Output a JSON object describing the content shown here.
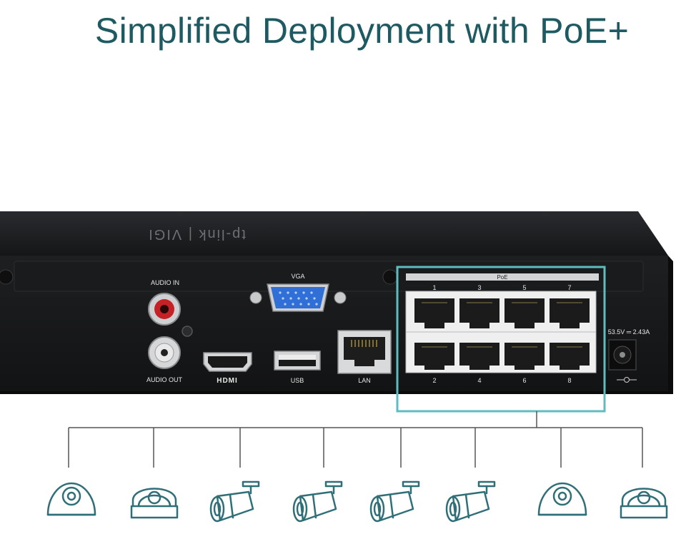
{
  "headline": "Simplified Deployment with PoE+",
  "colors": {
    "accent": "#1e5a61",
    "highlight_box": "#5fbcc0",
    "device_body": "#1b1c1e",
    "camera_outline": "#2f6f78",
    "wire": "#555555"
  },
  "device": {
    "brand_text": "tp-link | VIGI",
    "ports": {
      "audio_in": "AUDIO IN",
      "audio_out": "AUDIO OUT",
      "vga": "VGA",
      "hdmi": "HDMI",
      "usb": "USB",
      "lan": "LAN",
      "poe_group": "PoE",
      "power_rating": "53.5V ═ 2.43A",
      "top_row": [
        "1",
        "3",
        "5",
        "7"
      ],
      "bottom_row": [
        "2",
        "4",
        "6",
        "8"
      ]
    }
  },
  "cameras": [
    "dome-camera-icon",
    "turret-camera-icon",
    "bullet-camera-icon",
    "bullet-camera-icon",
    "bullet-camera-icon",
    "bullet-camera-icon",
    "dome-camera-icon",
    "turret-camera-icon"
  ]
}
